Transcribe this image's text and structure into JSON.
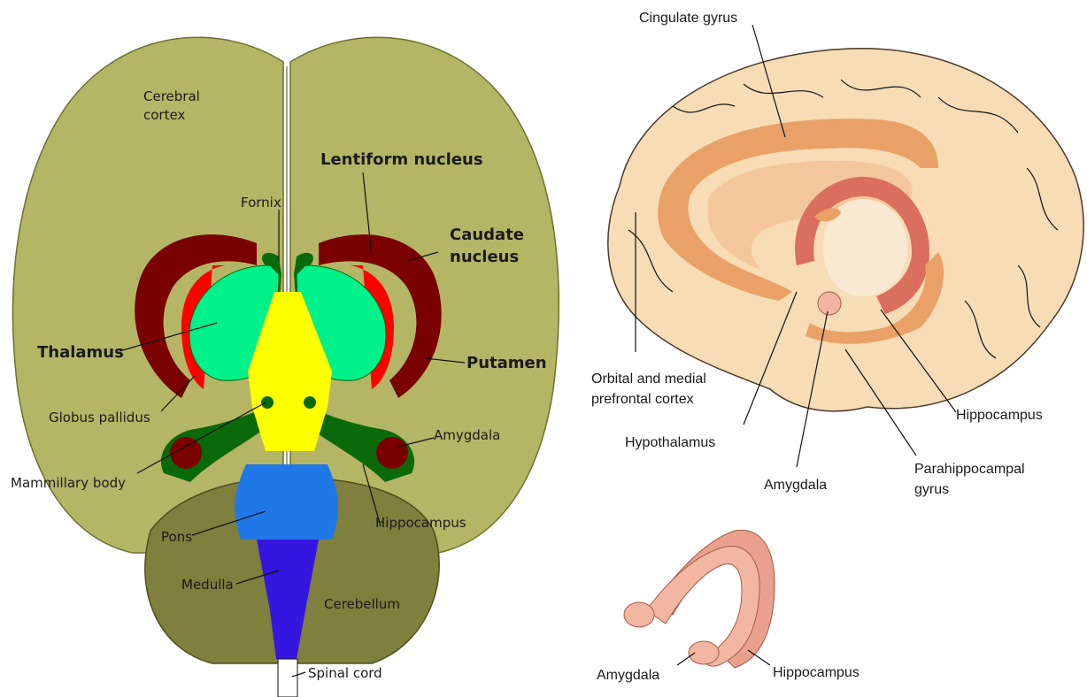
{
  "colors": {
    "cortex": "#b5b665",
    "cerebellum": "#7f7f3e",
    "caudate": "#7a0000",
    "putamen": "#ff0000",
    "thalamus": "#00f08a",
    "fornix_limbic": "#0a6a0a",
    "brainstem_upper": "#ffff00",
    "pons": "#1f78e6",
    "medulla": "#3515e0",
    "sagittal_brain": "#f7dcb6",
    "cingulate": "#e9a167",
    "hippocampus": "#e9998a"
  },
  "left_diagram": {
    "labels": {
      "cerebral_cortex_1": "Cerebral",
      "cerebral_cortex_2": "cortex",
      "fornix": "Fornix",
      "lentiform_nucleus": "Lentiform nucleus",
      "caudate_1": "Caudate",
      "caudate_2": "nucleus",
      "thalamus": "Thalamus",
      "putamen": "Putamen",
      "globus_pallidus": "Globus pallidus",
      "amygdala": "Amygdala",
      "mammillary_body": "Mammillary body",
      "hippocampus": "Hippocampus",
      "pons": "Pons",
      "medulla": "Medulla",
      "cerebellum": "Cerebellum",
      "spinal_cord": "Spinal cord"
    }
  },
  "right_diagram": {
    "labels": {
      "cingulate_gyrus": "Cingulate gyrus",
      "orbital_1": "Orbital and medial",
      "orbital_2": "prefrontal cortex",
      "hypothalamus": "Hypothalamus",
      "amygdala": "Amygdala",
      "hippocampus": "Hippocampus",
      "parahippocampal_1": "Parahippocampal",
      "parahippocampal_2": "gyrus"
    }
  },
  "inset_diagram": {
    "labels": {
      "amygdala": "Amygdala",
      "hippocampus": "Hippocampus"
    }
  }
}
